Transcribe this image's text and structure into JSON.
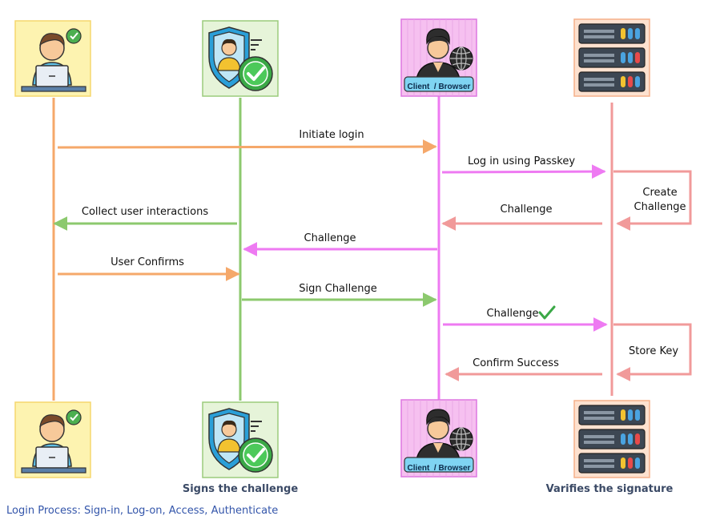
{
  "participants": {
    "user": {
      "icon": "person-laptop-icon",
      "color": "#f5a86a"
    },
    "authenticator": {
      "icon": "shield-check-user-icon",
      "color": "#8cc96e",
      "caption": "Signs the challenge"
    },
    "client": {
      "icon": "person-globe-icon",
      "color": "#ee7af2",
      "badge": "Client  / Browser"
    },
    "server": {
      "icon": "server-rack-icon",
      "color": "#f19a9a",
      "caption": "Varifies the signature"
    }
  },
  "messages": [
    {
      "label": "Initiate login"
    },
    {
      "label": "Log in using Passkey"
    },
    {
      "label": "Challenge"
    },
    {
      "label": "Collect user interactions"
    },
    {
      "label": "Challenge"
    },
    {
      "label": "User Confirms"
    },
    {
      "label": "Sign Challenge"
    },
    {
      "label": "Challenge",
      "icon": "checkmark-icon"
    },
    {
      "label": "Confirm Success"
    }
  ],
  "notes": {
    "create_challenge_line1": "Create",
    "create_challenge_line2": "Challenge",
    "store_key": "Store Key"
  },
  "footer": "Login Process: Sign-in, Log-on, Access, Authenticate"
}
